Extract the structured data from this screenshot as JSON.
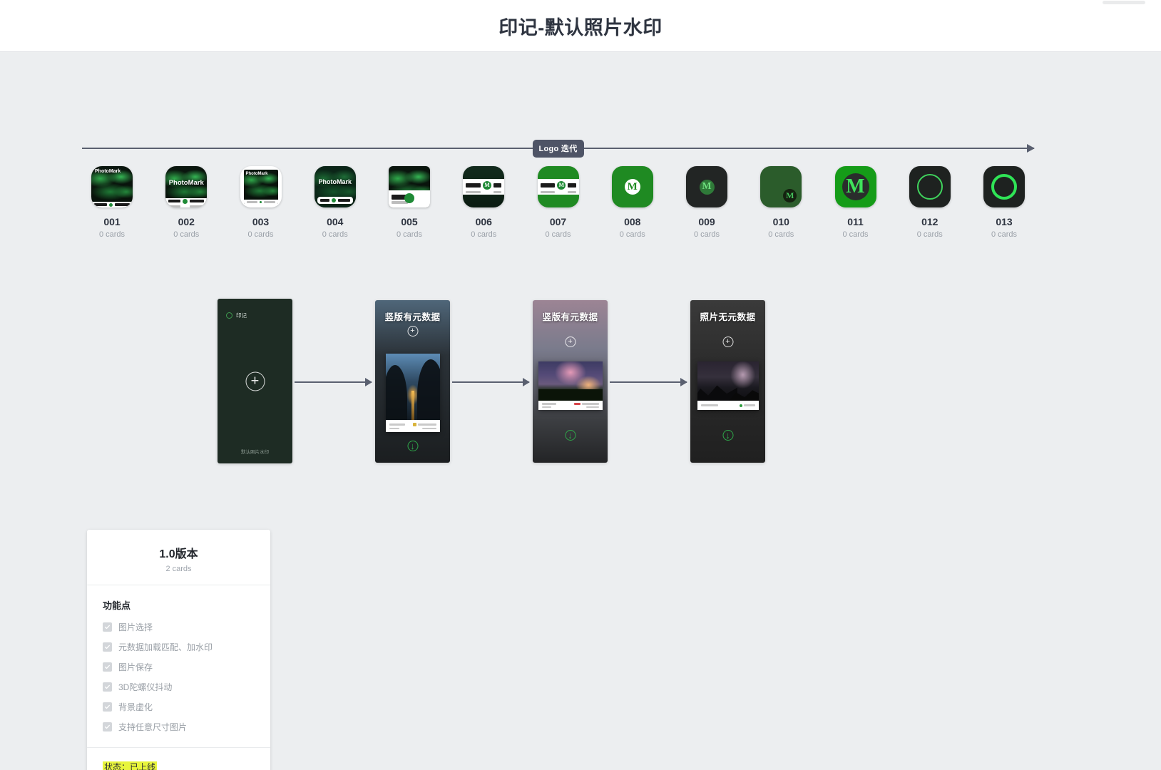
{
  "header": {
    "title": "印记-默认照片水印",
    "scrollbar": "vertical-scrollbar"
  },
  "logo_section": {
    "badge_label": "Logo 迭代",
    "cards_suffix": "0 cards",
    "items": [
      {
        "name": "001",
        "cards": "0 cards",
        "style": "leaf-dark",
        "label": "PhotoMark"
      },
      {
        "name": "002",
        "cards": "0 cards",
        "style": "leaf-label",
        "label": "PhotoMark"
      },
      {
        "name": "003",
        "cards": "0 cards",
        "style": "leaf-white-frame",
        "label": "PhotoMark"
      },
      {
        "name": "004",
        "cards": "0 cards",
        "style": "leaf-deep-green",
        "label": "PhotoMark"
      },
      {
        "name": "005",
        "cards": "0 cards",
        "style": "leaf-blocks",
        "label": ""
      },
      {
        "name": "006",
        "cards": "0 cards",
        "style": "dark-bar-m",
        "label": "M"
      },
      {
        "name": "007",
        "cards": "0 cards",
        "style": "green-bar-m",
        "label": "M"
      },
      {
        "name": "008",
        "cards": "0 cards",
        "style": "green-white-m",
        "label": "M"
      },
      {
        "name": "009",
        "cards": "0 cards",
        "style": "dark-green-m",
        "label": "M"
      },
      {
        "name": "010",
        "cards": "0 cards",
        "style": "olive-dark-m",
        "label": "M"
      },
      {
        "name": "011",
        "cards": "0 cards",
        "style": "bright-green-m",
        "label": "M"
      },
      {
        "name": "012",
        "cards": "0 cards",
        "style": "dark-ring-thin",
        "label": ""
      },
      {
        "name": "013",
        "cards": "0 cards",
        "style": "dark-ring-thick",
        "label": ""
      }
    ]
  },
  "flow": {
    "screens": [
      {
        "id": "home",
        "title": "",
        "brand_label": "印记",
        "footer_label": "默认照片水印",
        "add_icon": "plus-icon"
      },
      {
        "id": "portrait-with-metadata",
        "title": "竖版有元数据",
        "add_icon": "plus-icon",
        "save_icon": "download-icon"
      },
      {
        "id": "portrait-with-metadata-2",
        "title": "竖版有元数据",
        "add_icon": "plus-icon",
        "save_icon": "download-icon"
      },
      {
        "id": "photo-without-metadata",
        "title": "照片无元数据",
        "add_icon": "plus-icon",
        "save_icon": "download-icon"
      }
    ]
  },
  "version_card": {
    "version": "1.0版本",
    "cards_count": "2 cards",
    "features_heading": "功能点",
    "features": [
      "图片选择",
      "元数据加载匹配、加水印",
      "图片保存",
      "3D陀螺仪抖动",
      "背景虚化",
      "支持任意尺寸图片"
    ],
    "status": "状态：已上线"
  },
  "colors": {
    "accent_green": "#2fa84a",
    "bright_green": "#1ed94f",
    "canvas_bg": "#eceef0",
    "timeline": "#5a6070",
    "highlight_yellow": "#e8f53c",
    "title_text": "#2e3440"
  }
}
